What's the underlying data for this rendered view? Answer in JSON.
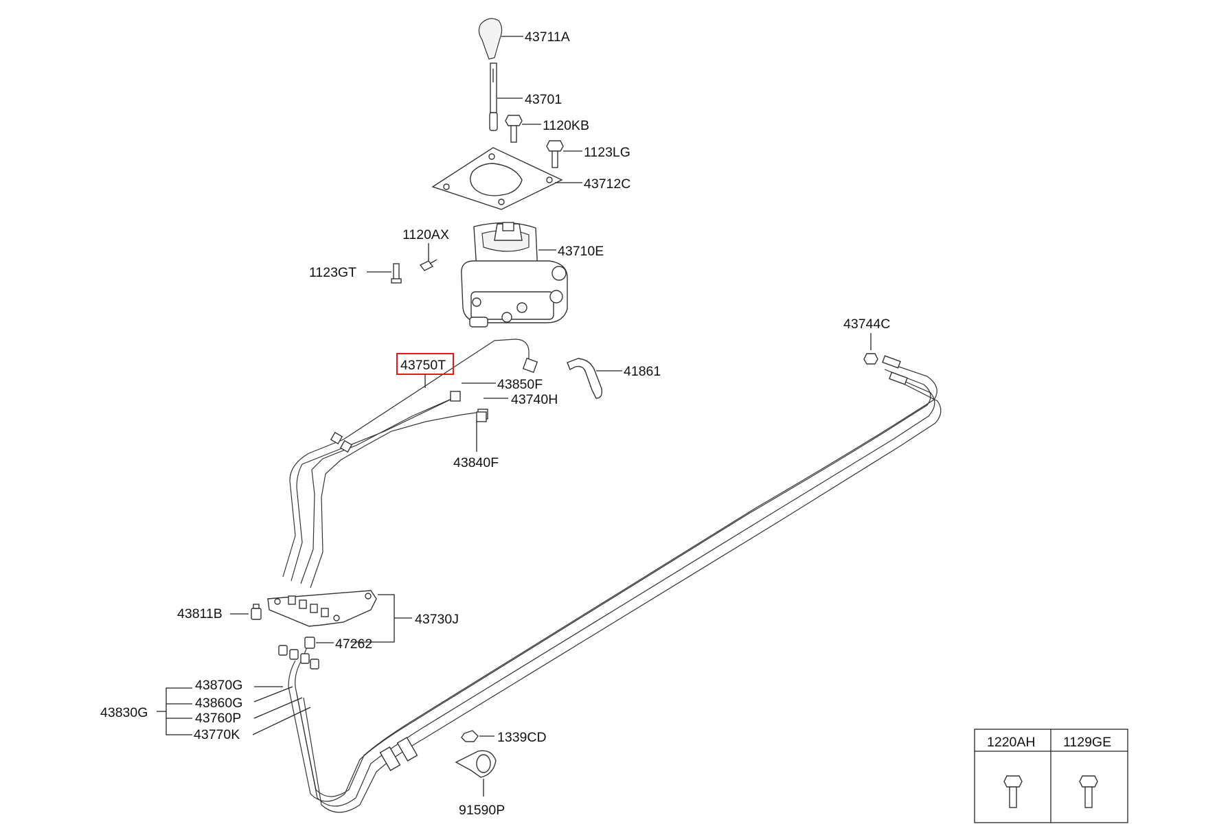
{
  "parts": {
    "p43711A": "43711A",
    "p43701": "43701",
    "p1120KB": "1120KB",
    "p1123LG": "1123LG",
    "p43712C": "43712C",
    "p1120AX": "1120AX",
    "p43710E": "43710E",
    "p1123GT": "1123GT",
    "p43744C": "43744C",
    "p43750T": "43750T",
    "p41861": "41861",
    "p43850F": "43850F",
    "p43740H": "43740H",
    "p43840F": "43840F",
    "p43811B": "43811B",
    "p43730J": "43730J",
    "p47262": "47262",
    "p43870G": "43870G",
    "p43860G": "43860G",
    "p43830G": "43830G",
    "p43760P": "43760P",
    "p43770K": "43770K",
    "p1339CD": "1339CD",
    "p91590P": "91590P"
  },
  "fastener_table": {
    "col1": "1220AH",
    "col2": "1129GE"
  },
  "colors": {
    "line": "#222222",
    "highlight": "#e01818",
    "background": "#ffffff"
  }
}
